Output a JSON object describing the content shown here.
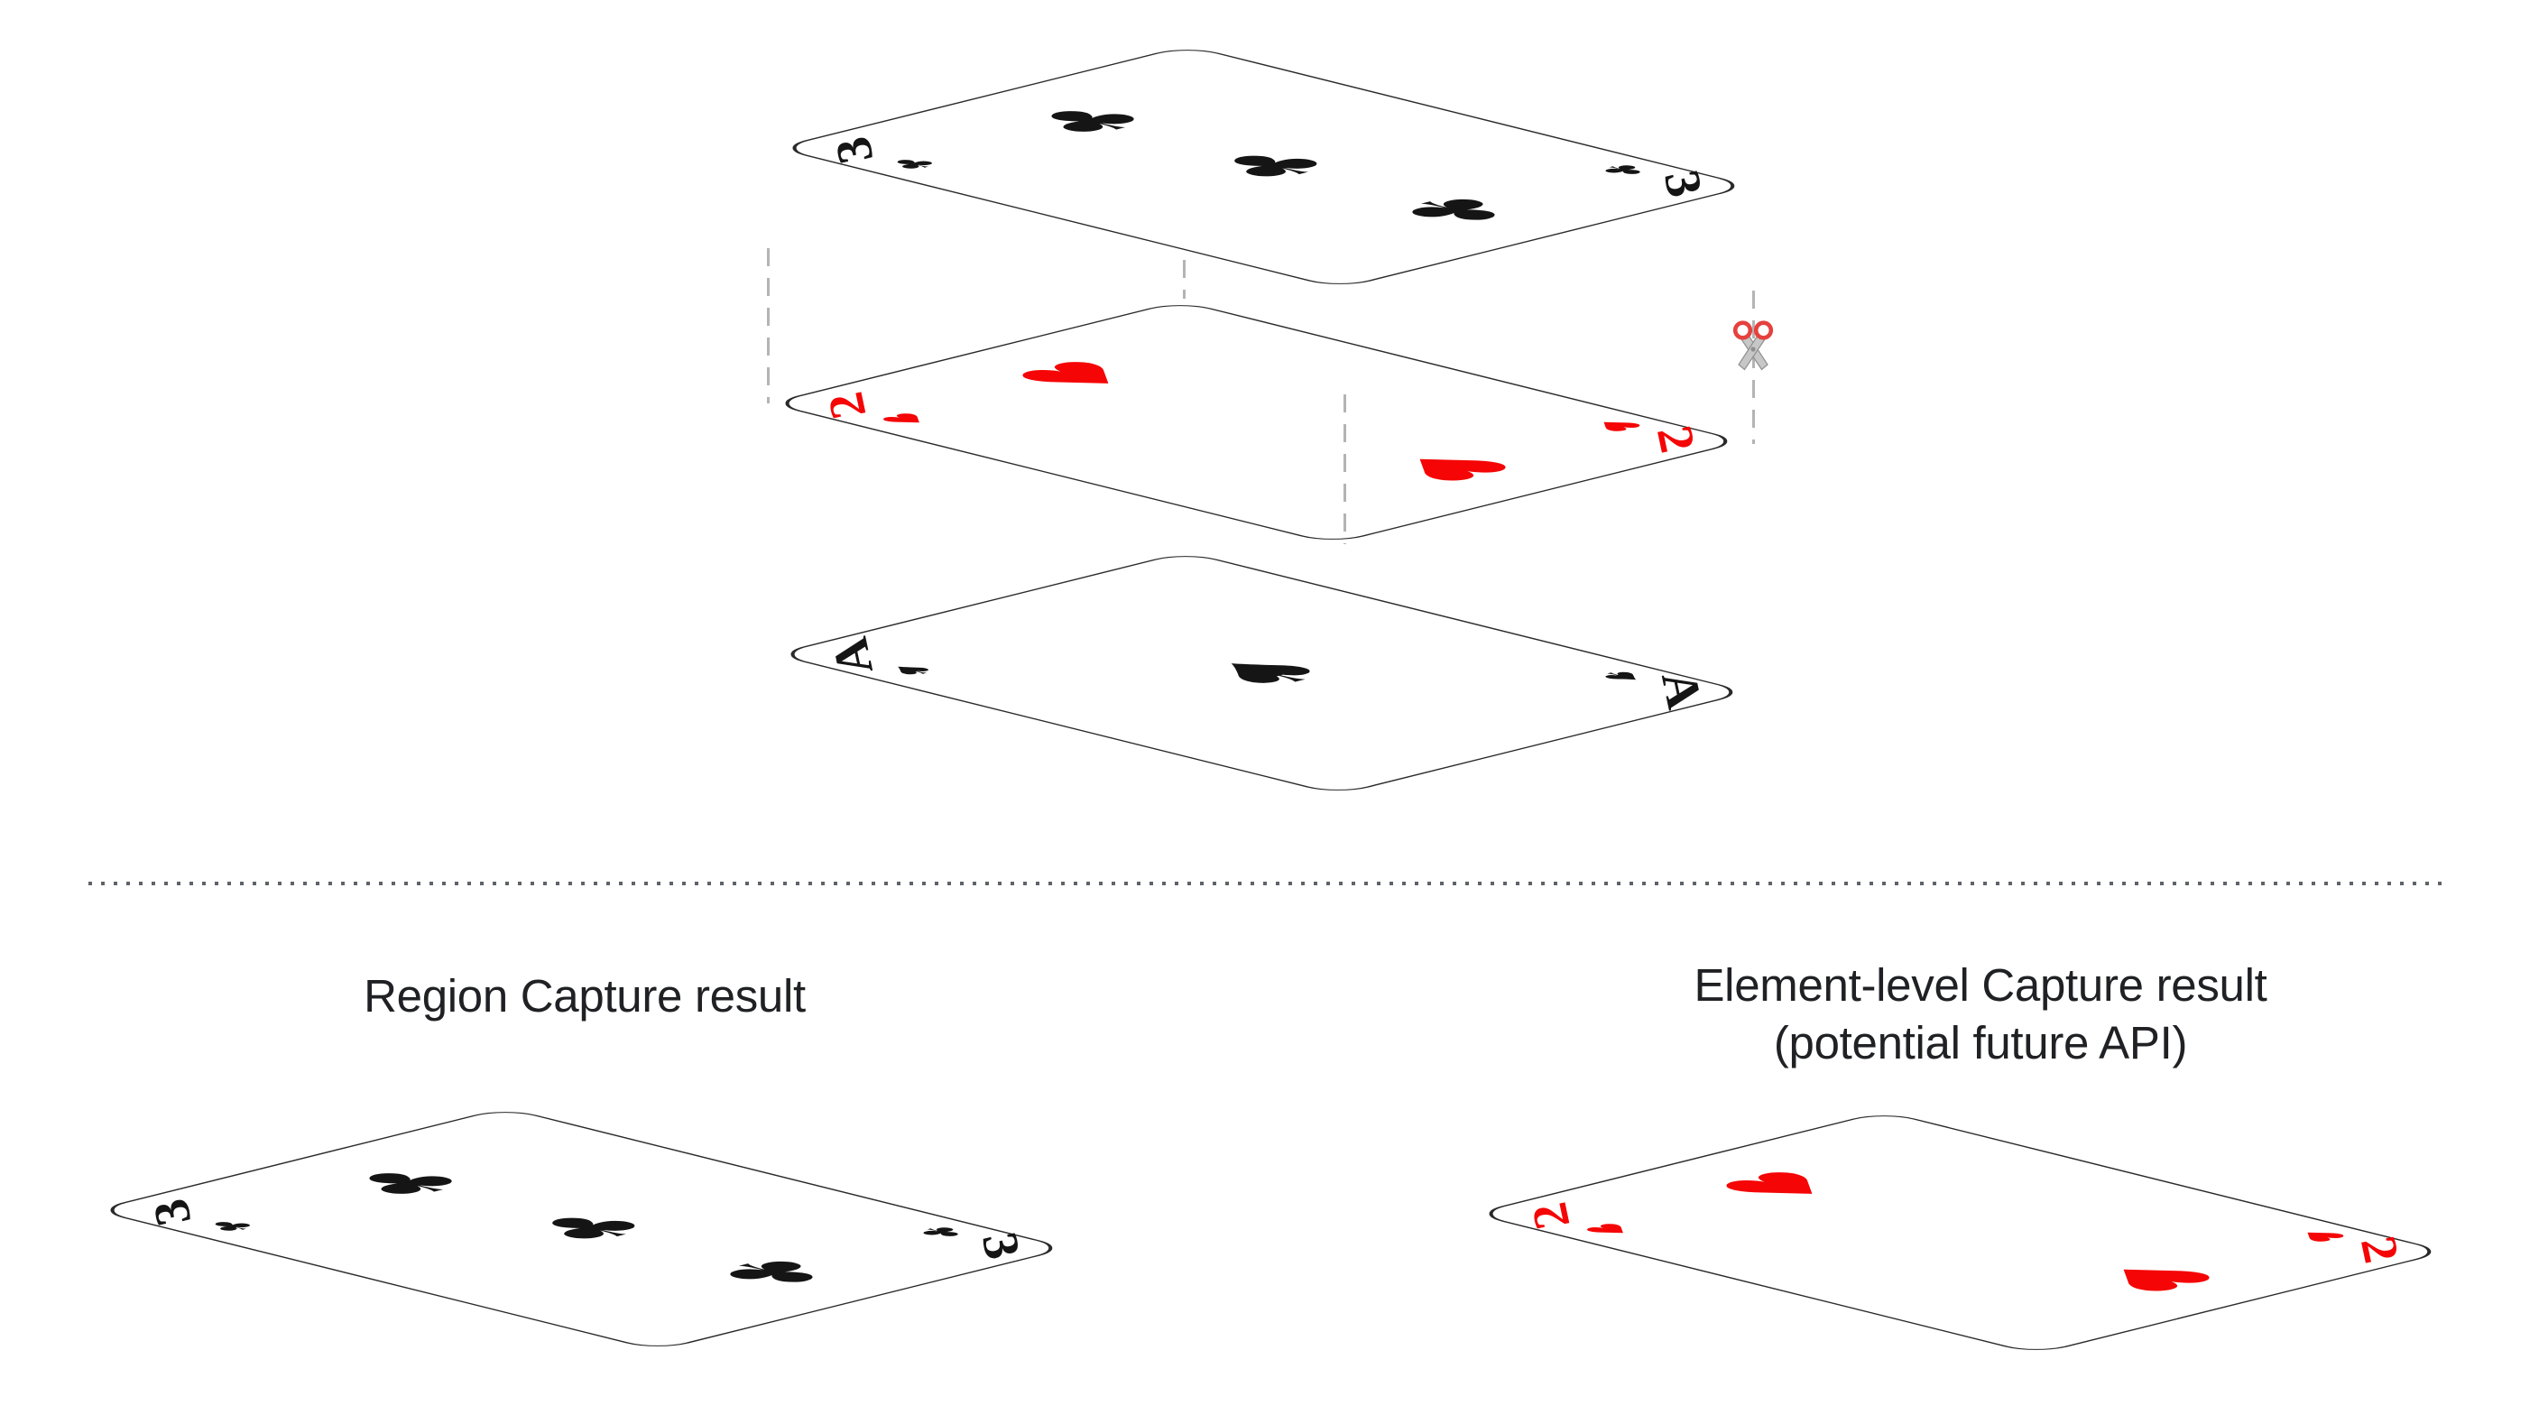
{
  "diagram": {
    "stack": {
      "top_card": {
        "name": "three-of-clubs",
        "rank": "3",
        "suit": "clubs",
        "suit_char": "♣"
      },
      "middle_card": {
        "name": "two-of-hearts",
        "rank": "2",
        "suit": "hearts",
        "suit_char": "♥"
      },
      "bottom_card": {
        "name": "ace-of-spades",
        "rank": "A",
        "suit": "spades",
        "suit_char": "♠"
      }
    },
    "results": {
      "left_caption": "Region Capture result",
      "right_caption_line1": "Element-level Capture result",
      "right_caption_line2": "(potential future API)",
      "left_card": {
        "name": "three-of-clubs",
        "rank": "3",
        "suit": "clubs",
        "suit_char": "♣"
      },
      "right_card": {
        "name": "two-of-hearts",
        "rank": "2",
        "suit": "hearts",
        "suit_char": "♥"
      }
    },
    "icons": {
      "scissors": "scissors-icon"
    },
    "colors": {
      "suit_black": "#151515",
      "suit_red": "#f50505",
      "text": "#202124",
      "card_outline": "#2a2a2a",
      "dash_gray": "#b4b4b4",
      "divider_gray": "#5f6368",
      "scissors_red": "#e5413e",
      "scissors_blade": "#c7c7c7"
    }
  }
}
